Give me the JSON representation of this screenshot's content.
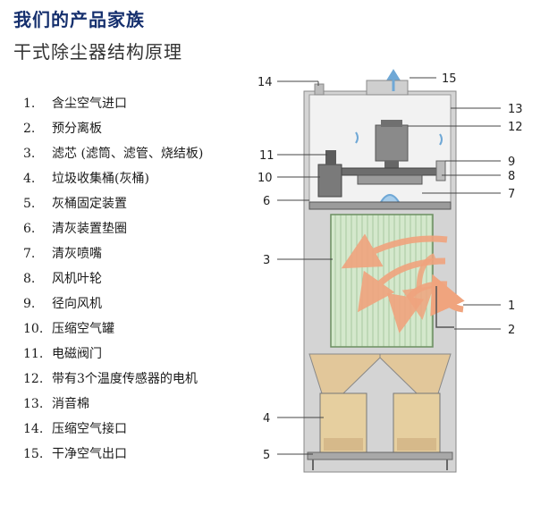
{
  "header": {
    "title": "我们的产品家族",
    "subtitle": "干式除尘器结构原理"
  },
  "legend": [
    {
      "num": "1.",
      "label": "含尘空气进口"
    },
    {
      "num": "2.",
      "label": "预分离板"
    },
    {
      "num": "3.",
      "label": "滤芯 (滤筒、滤管、烧结板)"
    },
    {
      "num": "4.",
      "label": "垃圾收集桶(灰桶)"
    },
    {
      "num": "5.",
      "label": "灰桶固定装置"
    },
    {
      "num": "6.",
      "label": "清灰装置垫圈"
    },
    {
      "num": "7.",
      "label": "清灰喷嘴"
    },
    {
      "num": "8.",
      "label": "风机叶轮"
    },
    {
      "num": "9.",
      "label": "径向风机"
    },
    {
      "num": "10.",
      "label": "压缩空气罐"
    },
    {
      "num": "11.",
      "label": "电磁阀门"
    },
    {
      "num": "12.",
      "label": "带有3个温度传感器的电机"
    },
    {
      "num": "13.",
      "label": "消音棉"
    },
    {
      "num": "14.",
      "label": "压缩空气接口"
    },
    {
      "num": "15.",
      "label": "干净空气出口"
    }
  ],
  "callouts": [
    "1",
    "2",
    "3",
    "4",
    "5",
    "6",
    "7",
    "8",
    "9",
    "10",
    "11",
    "12",
    "13",
    "14",
    "15"
  ],
  "colors": {
    "title": "#16306e",
    "housing": "#c9c9c9",
    "filter": "#d4e8cc",
    "dust": "#e2c79a",
    "airflow": "#f0a47e",
    "clean_air": "#6fa8d6"
  }
}
